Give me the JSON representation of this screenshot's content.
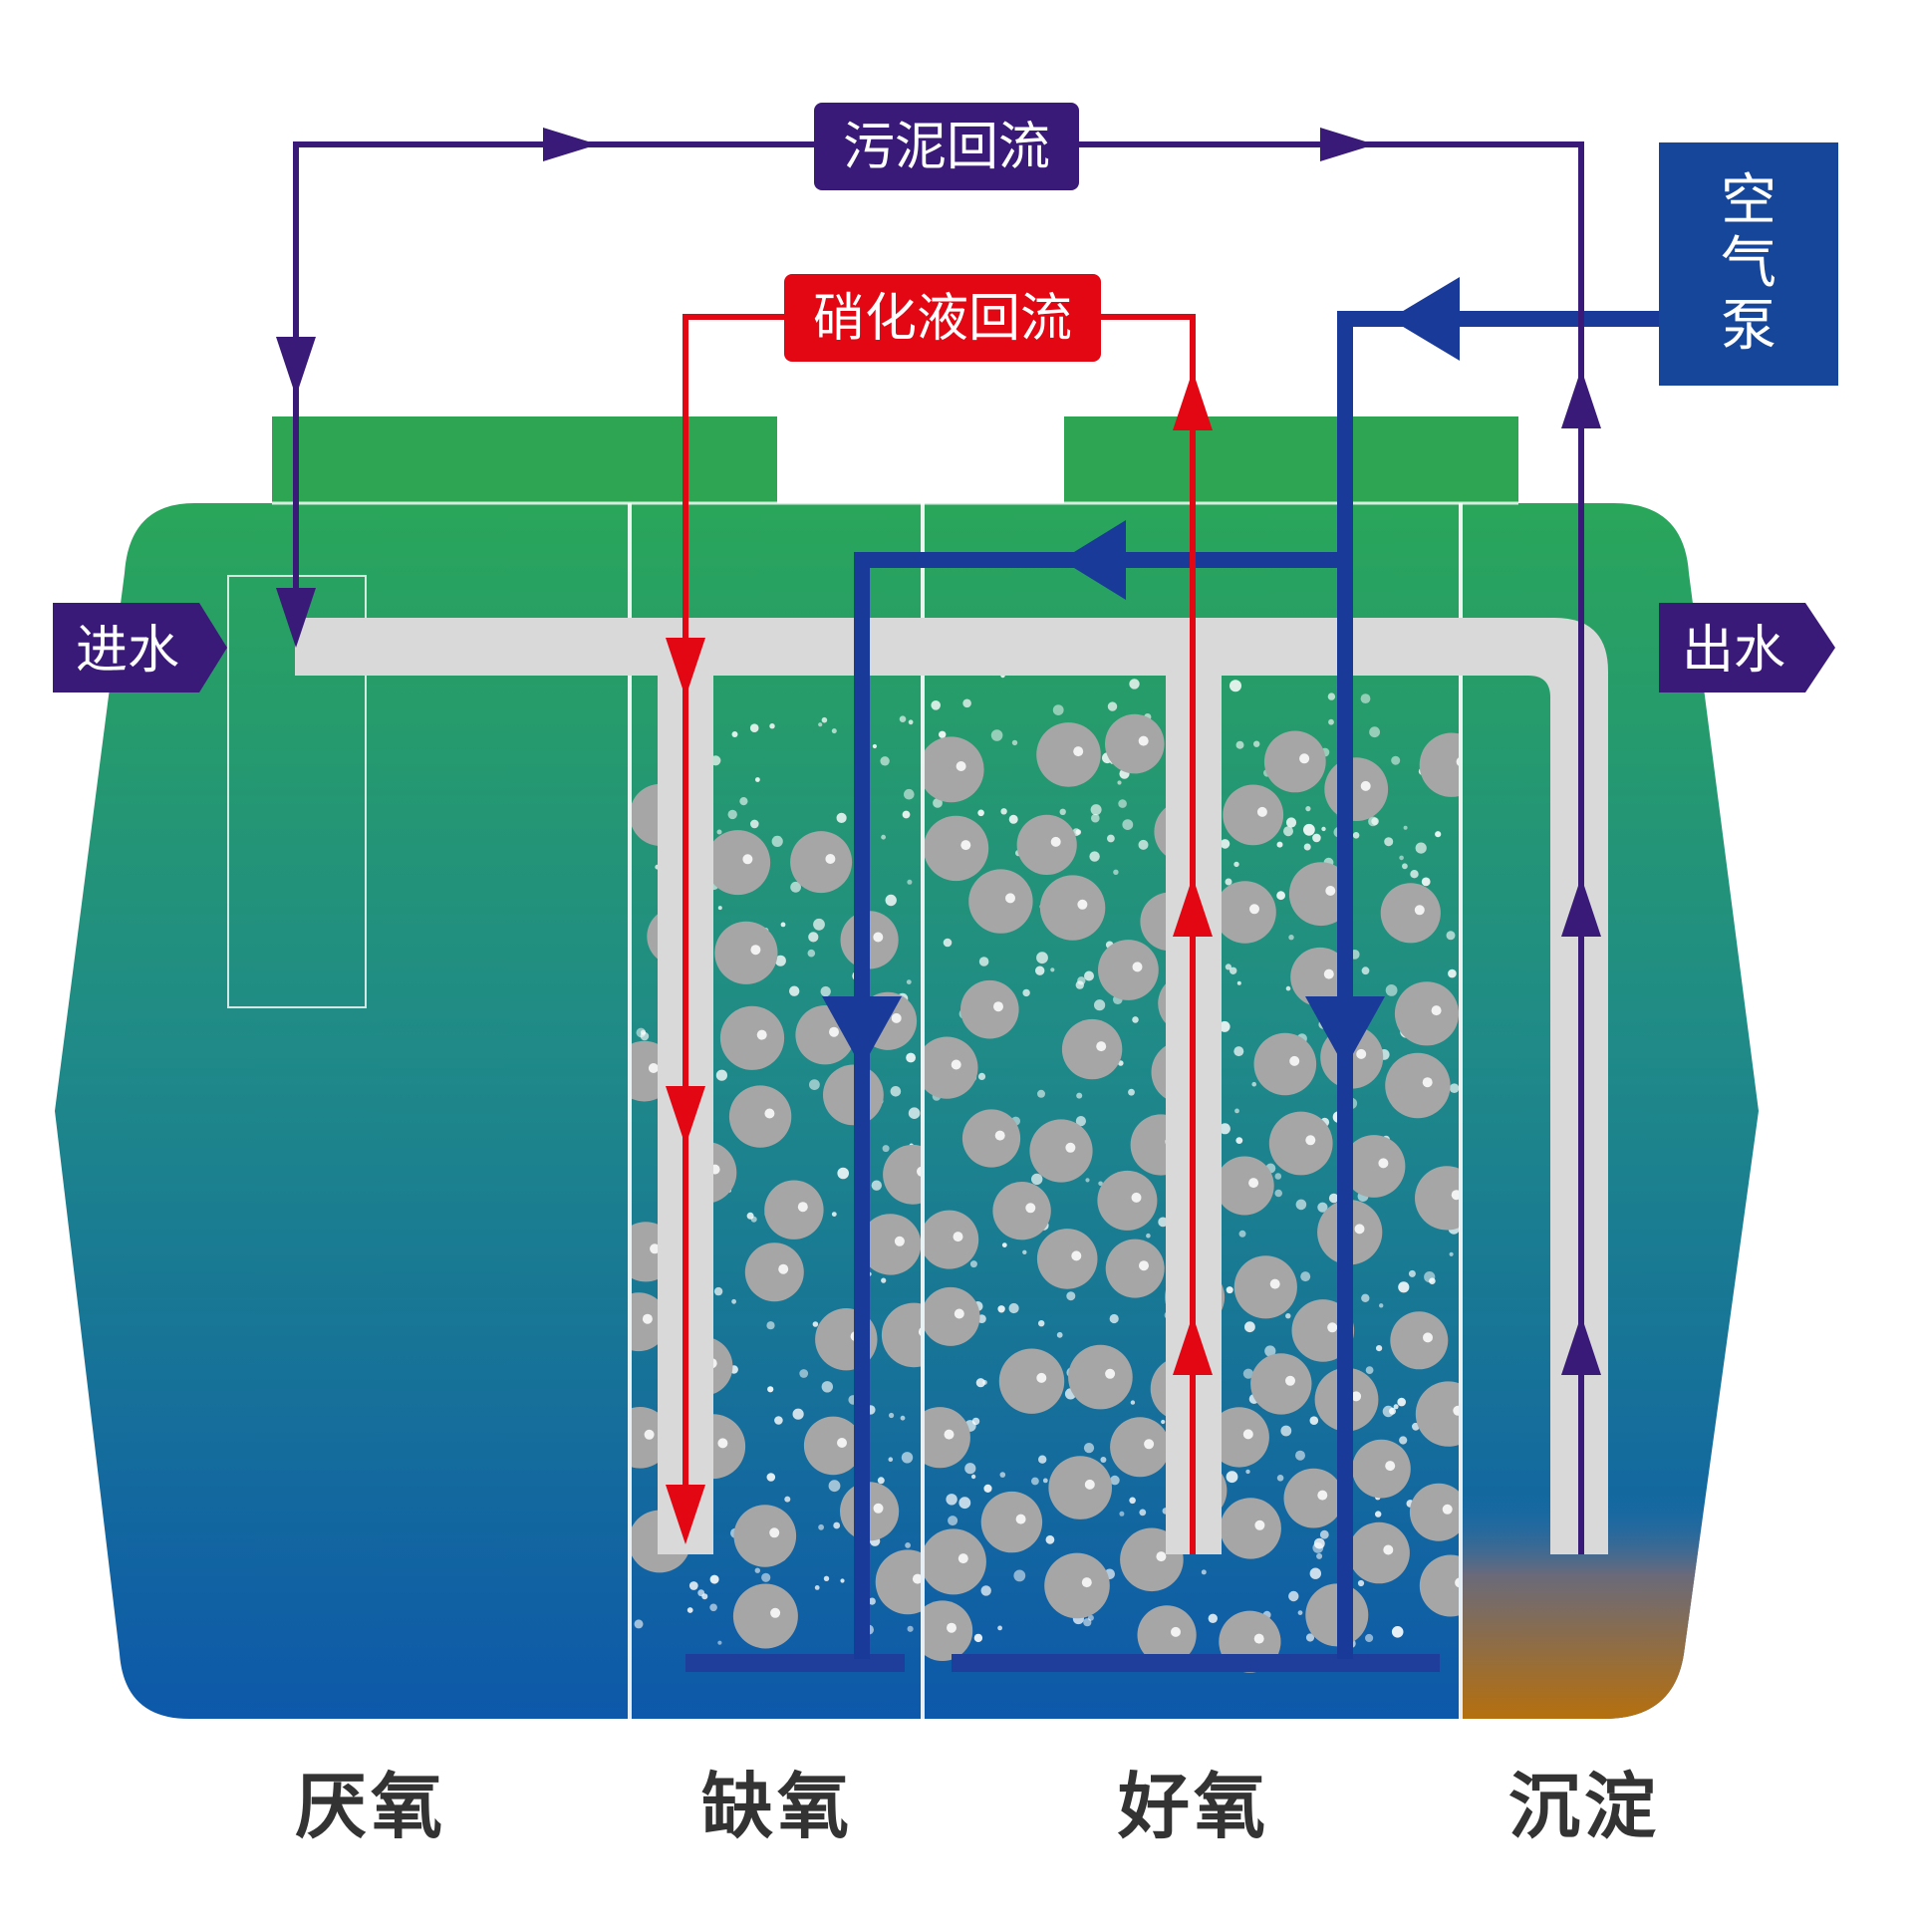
{
  "labels": {
    "sludge_return": "污泥回流",
    "nitrate_return": "硝化液回流",
    "air_pump_chars": [
      "空",
      "气",
      "泵"
    ],
    "inlet": "进水",
    "outlet": "出水"
  },
  "zones": [
    {
      "key": "anaerobic",
      "label": "厌氧"
    },
    {
      "key": "anoxic",
      "label": "缺氧"
    },
    {
      "key": "aerobic",
      "label": "好氧"
    },
    {
      "key": "settling",
      "label": "沉淀"
    }
  ],
  "colors": {
    "tank_top": "#2aa65a",
    "tank_bottom": "#0d5aa8",
    "lid": "#2ea553",
    "pipe": "#d9d9d9",
    "sludge_line": "#3a1a78",
    "nitrate_line": "#e30613",
    "air_line": "#1a3a9a",
    "air_pump": "#16469a",
    "sediment": "#b8700a",
    "media": "#a6a6a6",
    "zone_text": "#333333"
  }
}
